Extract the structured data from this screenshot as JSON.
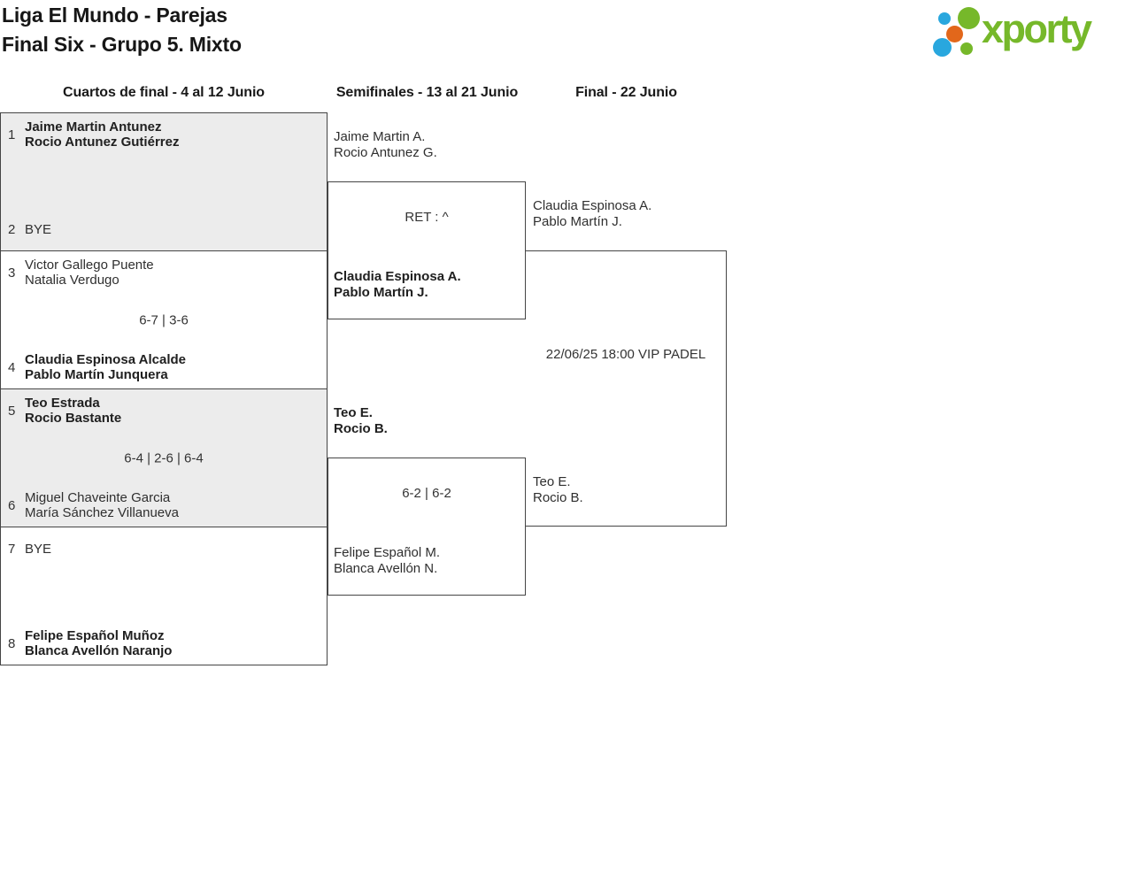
{
  "header": {
    "title_line1": "Liga El Mundo - Parejas",
    "title_line2": "Final Six - Grupo 5. Mixto"
  },
  "logo": {
    "text": "xporty",
    "colors": {
      "green": "#76b82a",
      "blue": "#29a7de",
      "orange": "#e2671b"
    }
  },
  "rounds": [
    {
      "label": "Cuartos de final - 4 al 12 Junio"
    },
    {
      "label": "Semifinales - 13 al 21 Junio"
    },
    {
      "label": "Final - 22 Junio"
    }
  ],
  "qf": [
    {
      "seed_a": "1",
      "a1": "Jaime Martin Antunez",
      "a2": "Rocio Antunez Gutiérrez",
      "score": "",
      "seed_b": "2",
      "b1": "BYE",
      "b2": "",
      "winner": "top"
    },
    {
      "seed_a": "3",
      "a1": "Victor Gallego Puente",
      "a2": "Natalia Verdugo",
      "score": "6-7 | 3-6",
      "seed_b": "4",
      "b1": "Claudia Espinosa Alcalde",
      "b2": "Pablo Martín Junquera",
      "winner": "bottom"
    },
    {
      "seed_a": "5",
      "a1": "Teo Estrada",
      "a2": "Rocio Bastante",
      "score": "6-4 | 2-6 | 6-4",
      "seed_b": "6",
      "b1": "Miguel Chaveinte Garcia",
      "b2": "María Sánchez Villanueva",
      "winner": "top"
    },
    {
      "seed_a": "7",
      "a1": "BYE",
      "a2": "",
      "score": "",
      "seed_b": "8",
      "b1": "Felipe Español Muñoz",
      "b2": "Blanca Avellón Naranjo",
      "winner": "bottom"
    }
  ],
  "sf": [
    {
      "a1": "Jaime Martin A.",
      "a2": "Rocio Antunez G.",
      "score": "RET : ^",
      "b1": "Claudia Espinosa A.",
      "b2": "Pablo Martín J.",
      "winner": "bottom"
    },
    {
      "a1": "Teo E.",
      "a2": "Rocio B.",
      "score": "6-2 | 6-2",
      "b1": "Felipe Español M.",
      "b2": "Blanca Avellón N.",
      "winner": "top"
    }
  ],
  "final": {
    "a1": "Claudia Espinosa A.",
    "a2": "Pablo Martín J.",
    "schedule": "22/06/25 18:00 VIP PADEL",
    "b1": "Teo E.",
    "b2": "Rocio B.",
    "winner": ""
  }
}
